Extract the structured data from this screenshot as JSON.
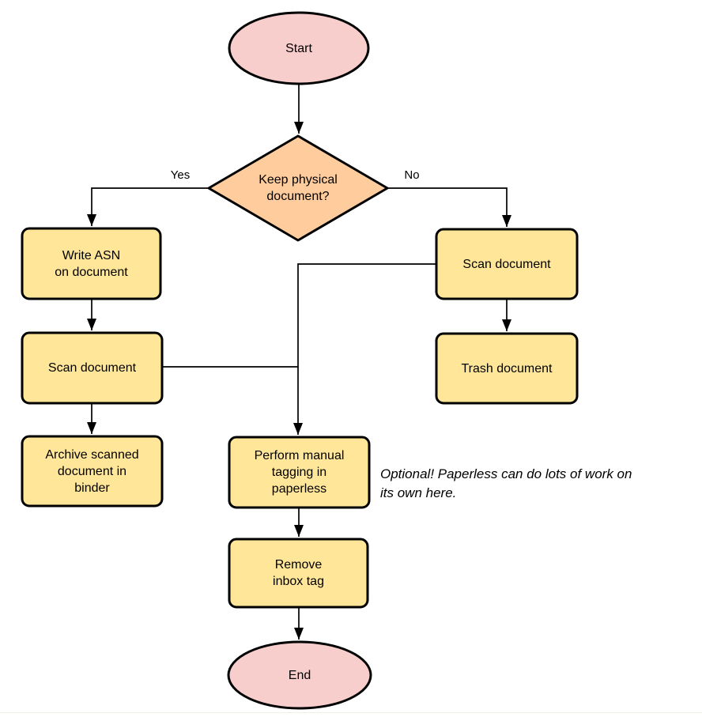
{
  "colors": {
    "terminal_fill": "#f8cecc",
    "decision_fill": "#ffcc9e",
    "process_fill": "#ffe699",
    "stroke": "#000000"
  },
  "nodes": {
    "start": {
      "type": "terminal",
      "label": "Start"
    },
    "decision": {
      "type": "decision",
      "label": [
        "Keep physical",
        "document?"
      ]
    },
    "write_asn": {
      "type": "process",
      "label": [
        "Write ASN",
        "on document"
      ]
    },
    "scan_left": {
      "type": "process",
      "label": "Scan document"
    },
    "archive": {
      "type": "process",
      "label": [
        "Archive scanned",
        "document in",
        "binder"
      ]
    },
    "scan_right": {
      "type": "process",
      "label": "Scan document"
    },
    "trash": {
      "type": "process",
      "label": "Trash document"
    },
    "tagging": {
      "type": "process",
      "label": [
        "Perform manual",
        "tagging in",
        "paperless"
      ]
    },
    "remove_inbox": {
      "type": "process",
      "label": [
        "Remove",
        "inbox tag"
      ]
    },
    "end": {
      "type": "terminal",
      "label": "End"
    }
  },
  "edges": {
    "yes_label": "Yes",
    "no_label": "No"
  },
  "annotation": {
    "text": [
      "Optional! Paperless can do lots of work on",
      "its own here."
    ]
  }
}
